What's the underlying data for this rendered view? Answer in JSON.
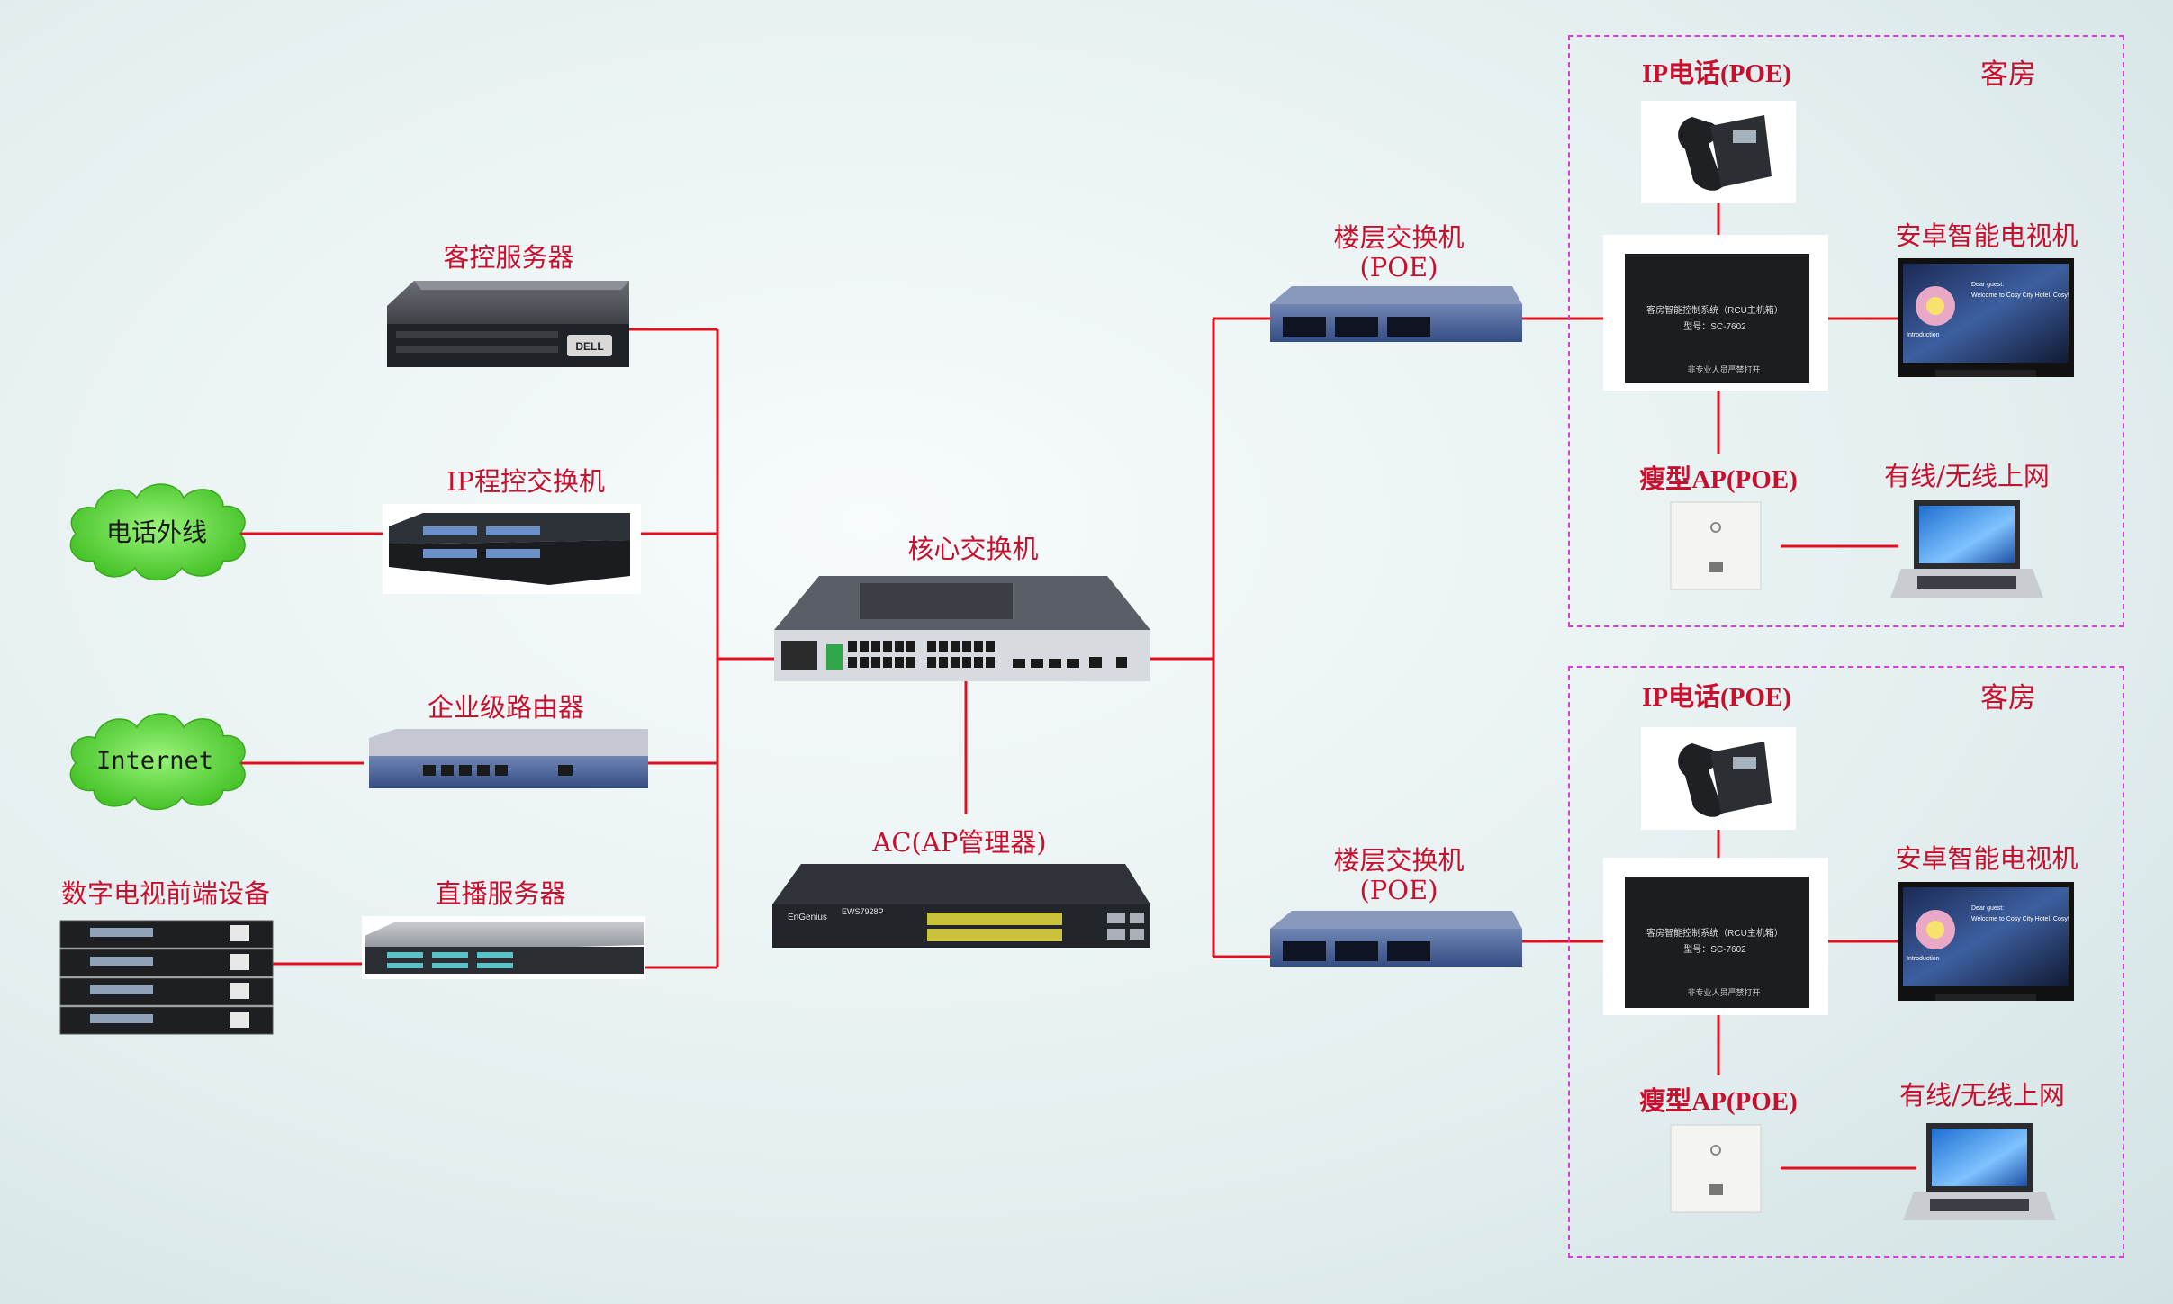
{
  "labels": {
    "guest_server": "客控服务器",
    "ip_pbx": "IP程控交换机",
    "phone_line": "电话外线",
    "enterprise_router": "企业级路由器",
    "internet": "Internet",
    "dtv_headend": "数字电视前端设备",
    "live_server": "直播服务器",
    "core_switch": "核心交换机",
    "ac_manager": "AC(AP管理器)",
    "floor_switch_line1": "楼层交换机",
    "floor_switch_line2": "(POE)",
    "ip_phone": "IP电话(POE)",
    "guest_room": "客房",
    "smart_tv": "安卓智能电视机",
    "thin_ap": "瘦型AP(POE)",
    "wired_wireless": "有线/无线上网"
  },
  "rcu": {
    "line1": "客房智能控制系统（RCU主机箱）",
    "line2": "型号：SC-7602",
    "warning": "非专业人员严禁打开"
  },
  "tv_screen": {
    "line1": "Dear guest:",
    "line2": "Welcome to Cosy City Hotel. Cosy!",
    "line3": "Introduction"
  },
  "device_text": {
    "ac_brand": "EnGenius",
    "ac_model": "EWS7928P"
  },
  "colors": {
    "link": "#e0101e",
    "label": "#c8102e",
    "room_border": "#d63fd6",
    "cloud": "#6be24a"
  }
}
